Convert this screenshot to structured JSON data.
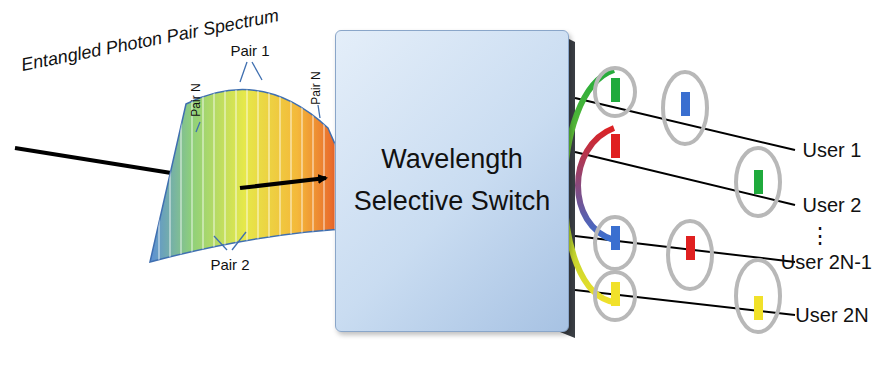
{
  "diagram": {
    "nodes": [
      {
        "text": [
          "Wavelength Selective Switch"
        ]
      }
    ],
    "labels": [
      "Entangled Photon Pair Spectrum",
      "Pair N",
      "Pair 1",
      "Pair N",
      "Pair 2",
      "User 1",
      "User 2",
      "⋮",
      "User 2N-1",
      "User 2N"
    ]
  }
}
